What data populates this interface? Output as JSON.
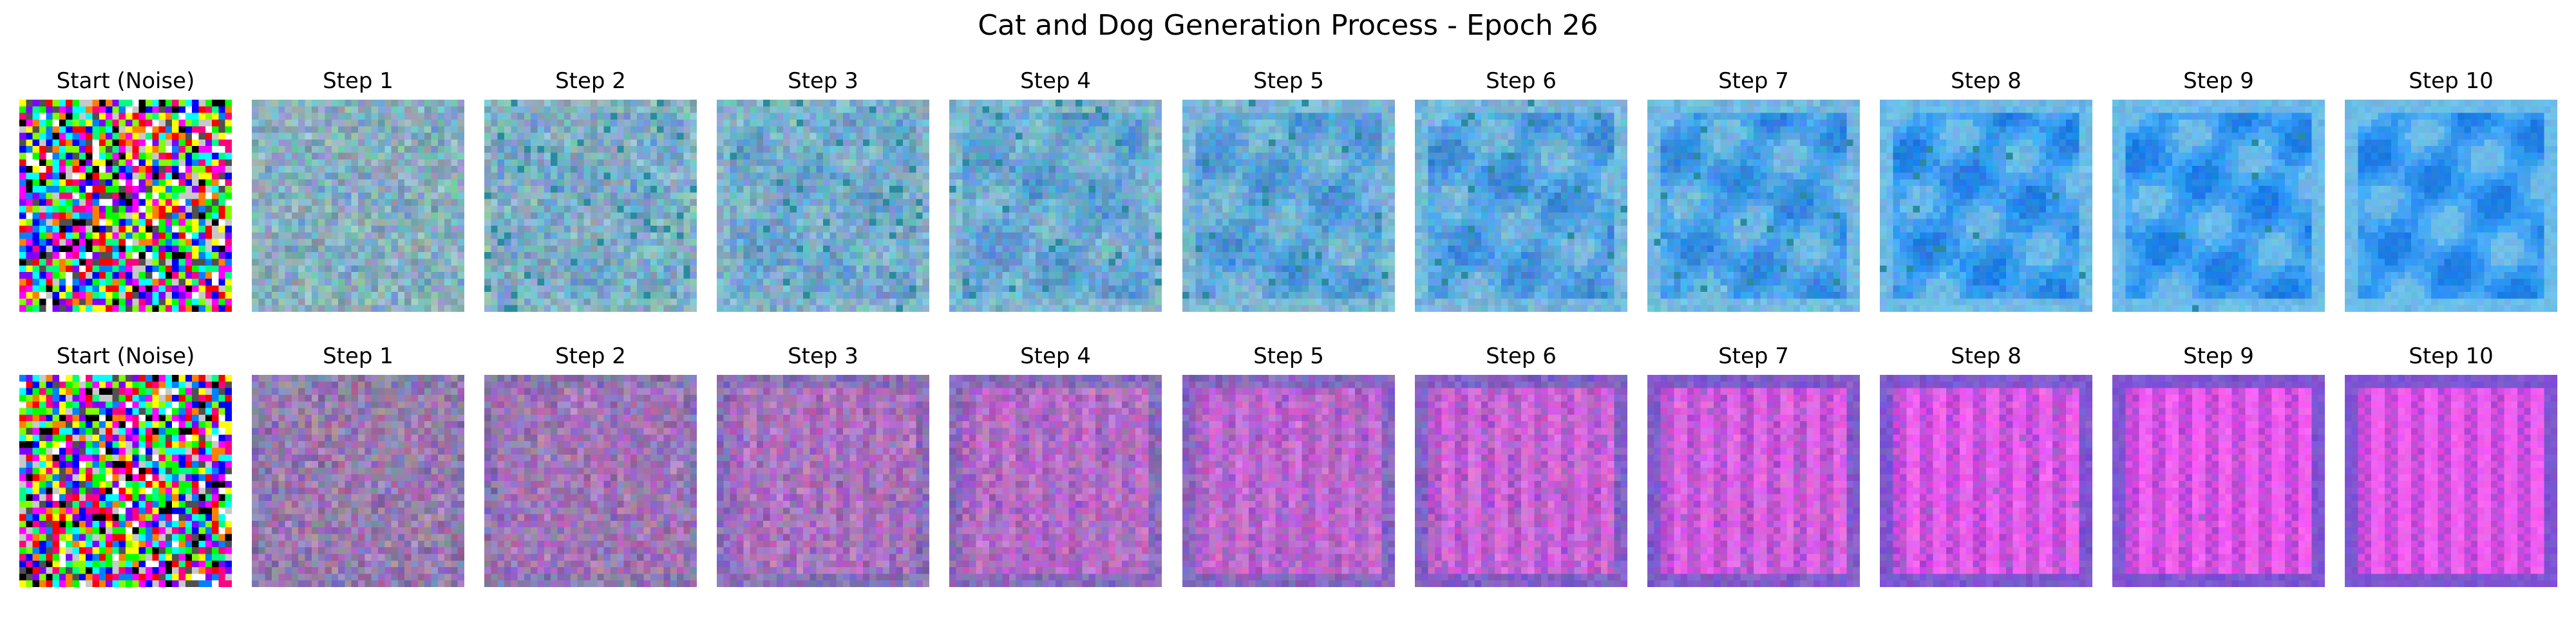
{
  "figure": {
    "title": "Cat and Dog Generation Process - Epoch 26"
  },
  "rows": [
    {
      "palette": [
        "#1e7fe4",
        "#2f95f0",
        "#47a7f2",
        "#6cbbe8",
        "#2a8a9e",
        "#5fa6b2",
        "#8fb0b6"
      ],
      "panels": [
        {
          "title": "Start (Noise)",
          "denoise": 0.0
        },
        {
          "title": "Step 1",
          "denoise": 0.1
        },
        {
          "title": "Step 2",
          "denoise": 0.2
        },
        {
          "title": "Step 3",
          "denoise": 0.3
        },
        {
          "title": "Step 4",
          "denoise": 0.4
        },
        {
          "title": "Step 5",
          "denoise": 0.5
        },
        {
          "title": "Step 6",
          "denoise": 0.6
        },
        {
          "title": "Step 7",
          "denoise": 0.7
        },
        {
          "title": "Step 8",
          "denoise": 0.8
        },
        {
          "title": "Step 9",
          "denoise": 0.9
        },
        {
          "title": "Step 10",
          "denoise": 1.0
        }
      ]
    },
    {
      "palette": [
        "#d94be0",
        "#f060f0",
        "#b24bd6",
        "#7d55d2",
        "#9966cc",
        "#6a6ab0",
        "#8f7fa6"
      ],
      "panels": [
        {
          "title": "Start (Noise)",
          "denoise": 0.0
        },
        {
          "title": "Step 1",
          "denoise": 0.1
        },
        {
          "title": "Step 2",
          "denoise": 0.2
        },
        {
          "title": "Step 3",
          "denoise": 0.3
        },
        {
          "title": "Step 4",
          "denoise": 0.4
        },
        {
          "title": "Step 5",
          "denoise": 0.5
        },
        {
          "title": "Step 6",
          "denoise": 0.6
        },
        {
          "title": "Step 7",
          "denoise": 0.7
        },
        {
          "title": "Step 8",
          "denoise": 0.8
        },
        {
          "title": "Step 9",
          "denoise": 0.9
        },
        {
          "title": "Step 10",
          "denoise": 1.0
        }
      ]
    }
  ]
}
